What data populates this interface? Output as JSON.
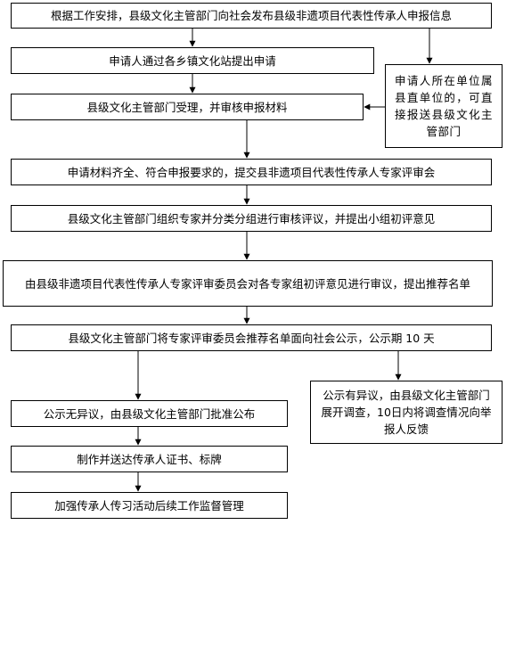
{
  "flowchart": {
    "steps": {
      "s1": "根据工作安排，县级文化主管部门向社会发布县级非遗项目代表性传承人申报信息",
      "s2": "申请人通过各乡镇文化站提出申请",
      "s3": "申请人所在单位属县直单位的，可直接报送县级文化主管部门",
      "s4": "县级文化主管部门受理，并审核申报材料",
      "s5": "申请材料齐全、符合申报要求的，提交县非遗项目代表性传承人专家评审会",
      "s6": "县级文化主管部门组织专家并分类分组进行审核评议，并提出小组初评意见",
      "s7": "由县级非遗项目代表性传承人专家评审委员会对各专家组初评意见进行审议，提出推荐名单",
      "s8": "县级文化主管部门将专家评审委员会推荐名单面向社会公示，公示期 10 天",
      "s9": "公示无异议，由县级文化主管部门批准公布",
      "s10": "公示有异议，由县级文化主管部门展开调查，10日内将调查情况向举报人反馈",
      "s11": "制作并送达传承人证书、标牌",
      "s12": "加强传承人传习活动后续工作监督管理"
    }
  }
}
